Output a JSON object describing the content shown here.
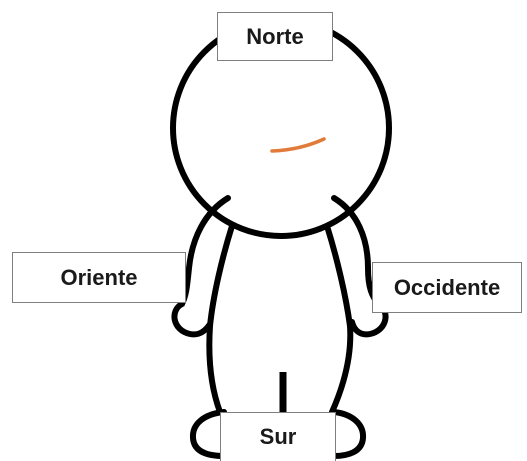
{
  "labels": {
    "norte": "Norte",
    "oriente": "Oriente",
    "occidente": "Occidente",
    "sur": "Sur"
  },
  "colors": {
    "outline": "#000000",
    "smile": "#e07b39",
    "box_border": "#7f7f7f"
  },
  "icons": {
    "figure": "stick-figure-person"
  }
}
